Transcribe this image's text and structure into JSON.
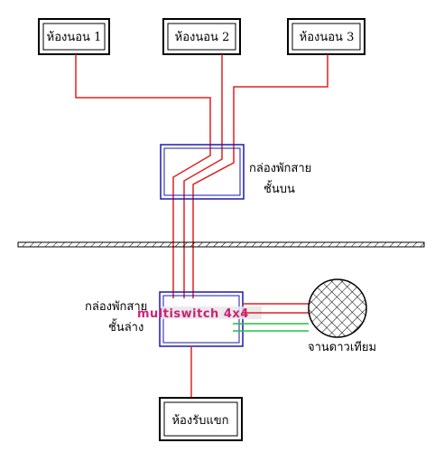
{
  "rooms": {
    "bedroom_1": "ห้องนอน 1",
    "bedroom_2": "ห้องนอน 2",
    "bedroom_3": "ห้องนอน 3",
    "living_room": "ห้องรับแขก"
  },
  "junction_upper": {
    "line1": "กล่องพักสาย",
    "line2": "ชั้นบน"
  },
  "junction_lower": {
    "line1": "กล่องพักสาย",
    "line2": "ชั้นล่าง"
  },
  "device_label": "multiswitch 4x4",
  "dish_label": "จานดาวเทียม",
  "colors": {
    "cable": "#e02020",
    "lnb_cable": "#22c040",
    "box_outer": "#1a1ab0",
    "box_inner": "#1a1ab0",
    "room_box": "#000000",
    "floor": "#000000",
    "dish_fill": "#ffffff",
    "dish_hatch": "#000000",
    "brand_text": "#cc2277"
  }
}
